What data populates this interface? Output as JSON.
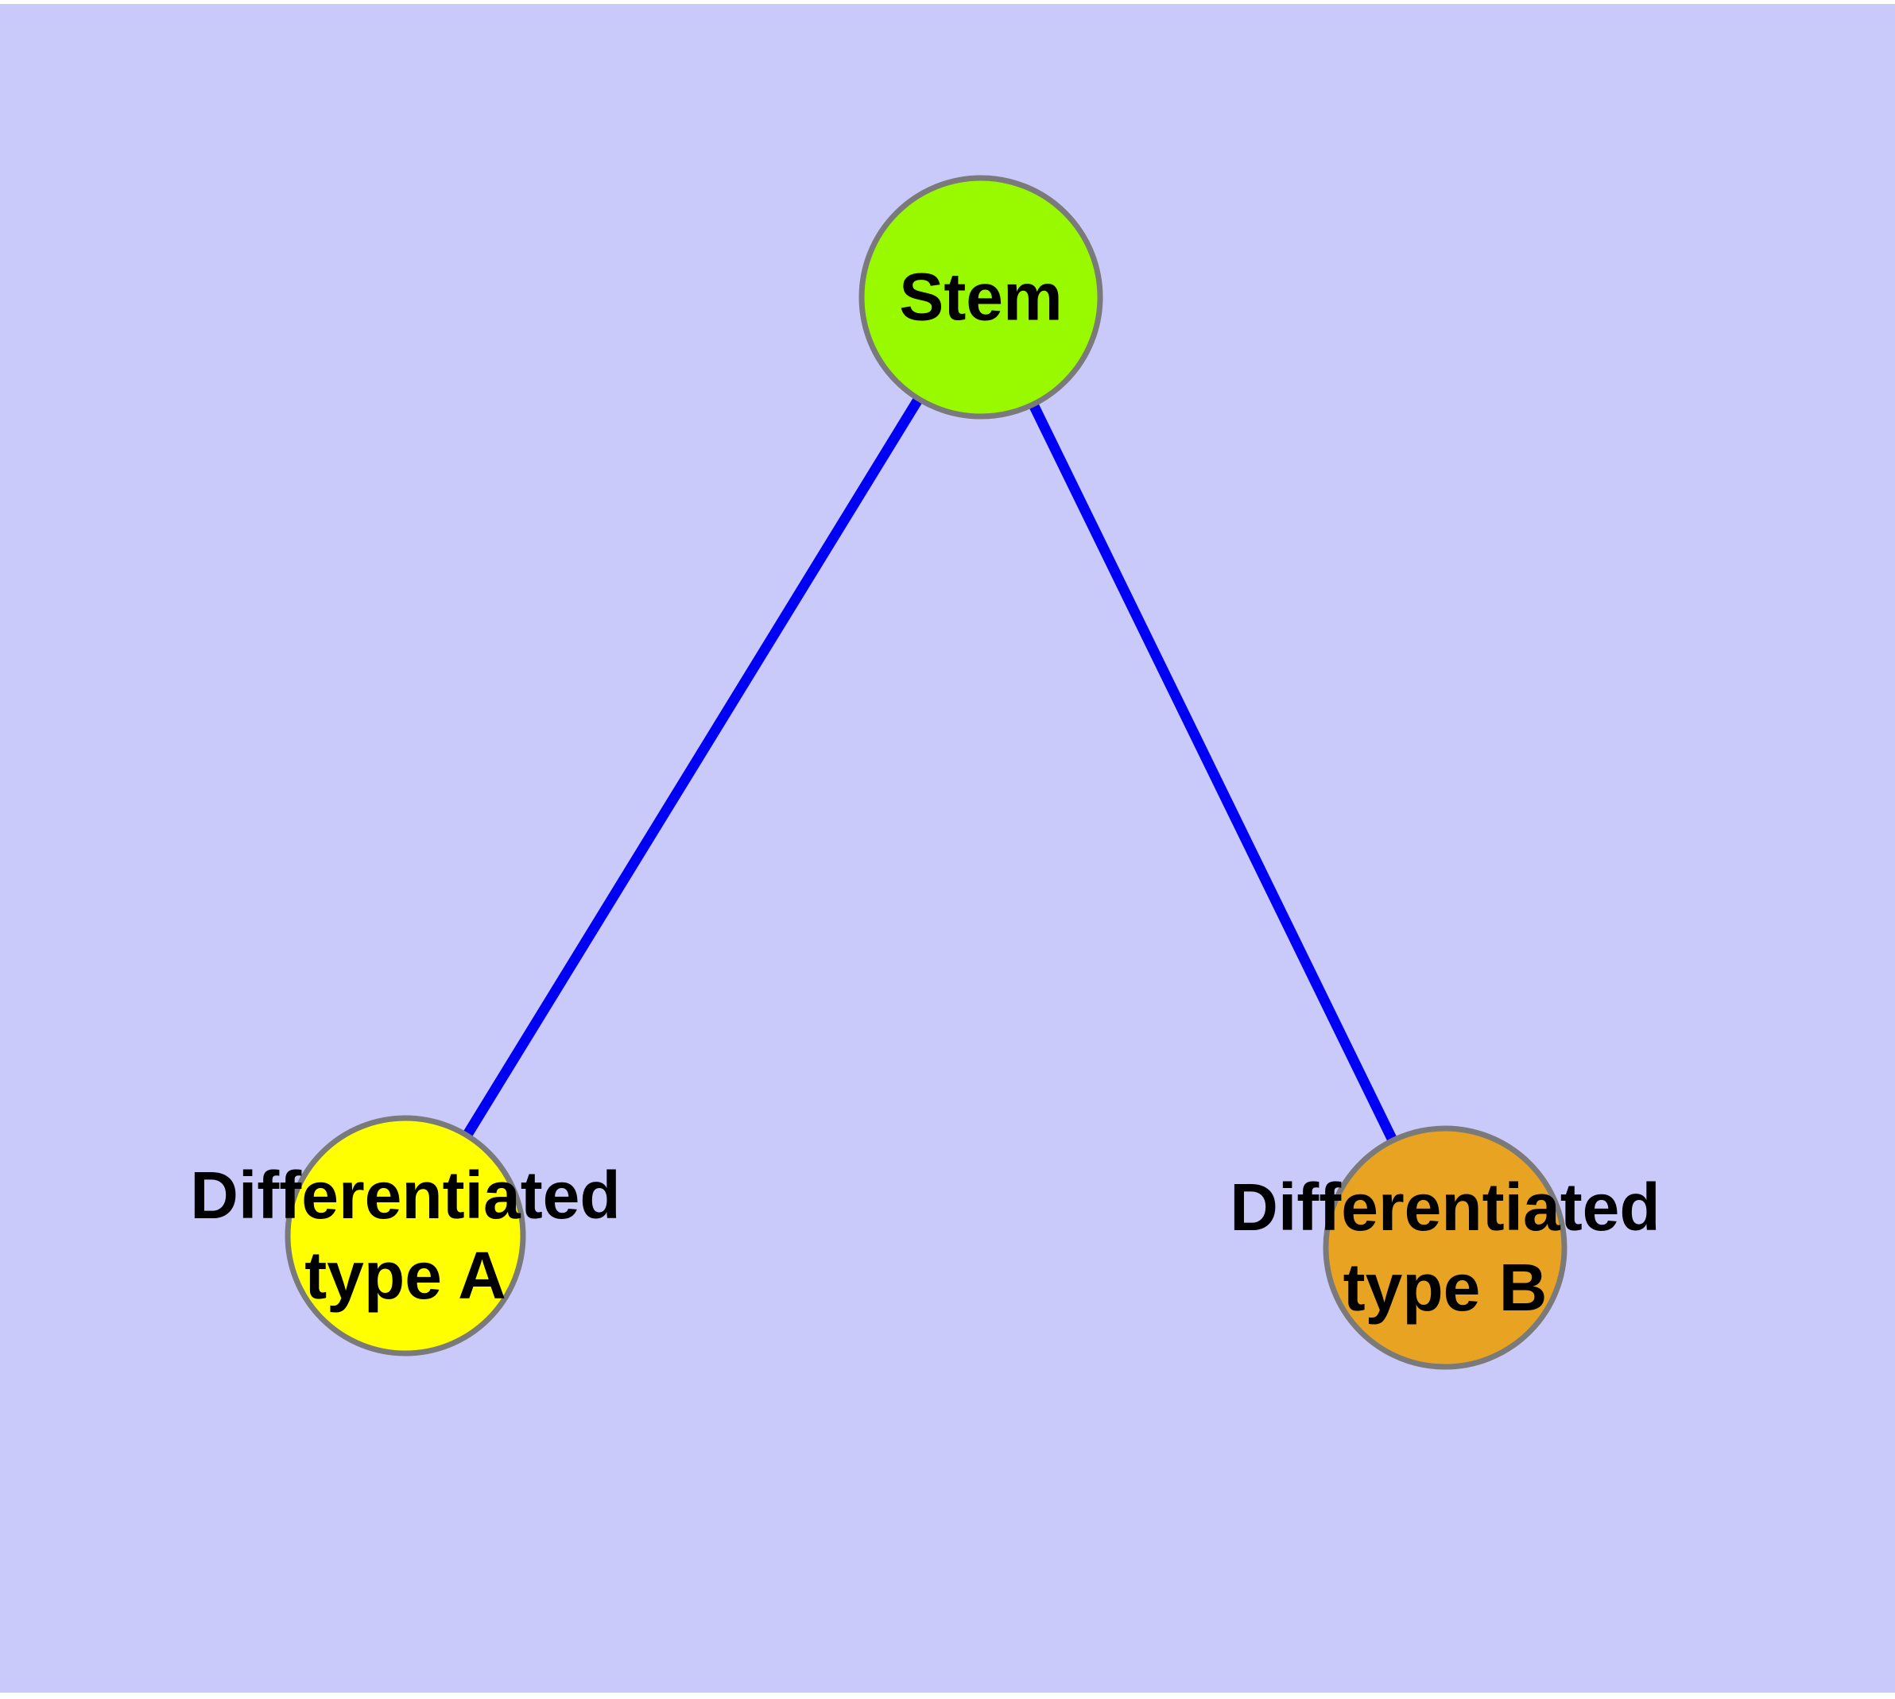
{
  "diagram": {
    "type": "graph",
    "background_color": "#C9C9FA",
    "margin_color": "#FFFFFF",
    "edge_color": "#0000F5",
    "node_border_color": "#7A7A7A",
    "label_color": "#000000",
    "nodes": [
      {
        "id": "stem",
        "label": "Stem",
        "label_lines": [
          "Stem"
        ],
        "color": "#99FA00",
        "shape": "circle"
      },
      {
        "id": "type-a",
        "label": "Differentiated type A",
        "label_lines": [
          "Differentiated",
          "type A"
        ],
        "color": "#FFFF00",
        "shape": "circle"
      },
      {
        "id": "type-b",
        "label": "Differentiated type B",
        "label_lines": [
          "Differentiated",
          "type B"
        ],
        "color": "#E8A322",
        "shape": "circle"
      }
    ],
    "edges": [
      {
        "source": "Stem",
        "target": "Differentiated type A"
      },
      {
        "source": "Stem",
        "target": "Differentiated type B"
      }
    ]
  }
}
